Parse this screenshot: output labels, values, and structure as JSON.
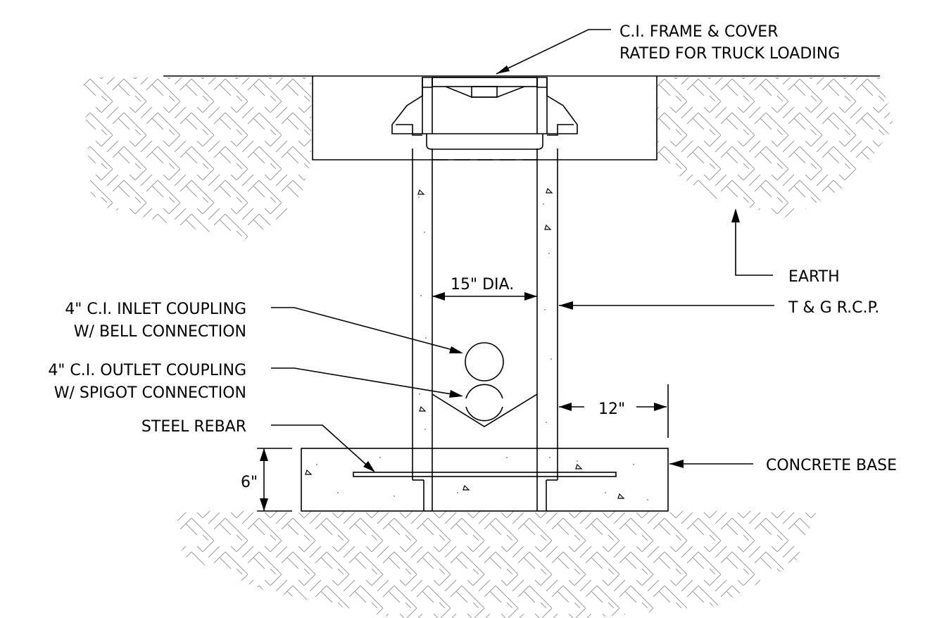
{
  "labels": {
    "frame_cover_1": "C.I. FRAME & COVER",
    "frame_cover_2": "RATED FOR TRUCK LOADING",
    "earth": "EARTH",
    "rcp": "T & G R.C.P.",
    "diameter": "15\" DIA.",
    "inlet_1": "4\" C.I. INLET COUPLING",
    "inlet_2": "W/ BELL CONNECTION",
    "outlet_1": "4\" C.I. OUTLET COUPLING",
    "outlet_2": "W/ SPIGOT CONNECTION",
    "rebar": "STEEL REBAR",
    "twelve": "12\"",
    "six": "6\"",
    "base": "CONCRETE BASE"
  }
}
